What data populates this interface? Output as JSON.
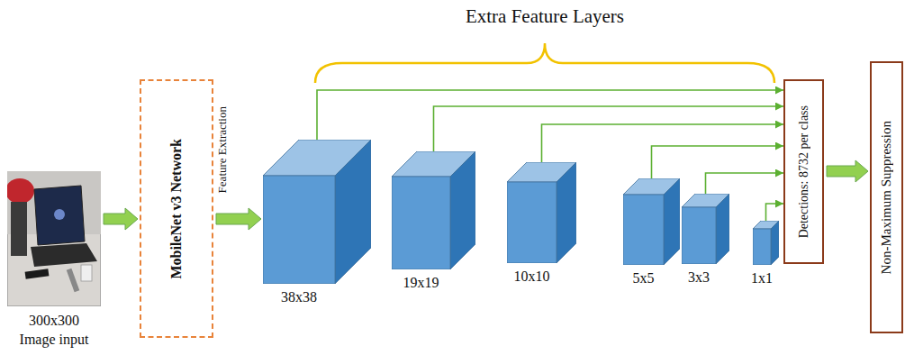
{
  "diagram": {
    "nodes": [
      {
        "text": [
          "300x300 Image input"
        ]
      },
      {
        "text": [
          "MobileNet v3 Network"
        ]
      },
      {
        "text": [
          "38x38"
        ]
      },
      {
        "text": [
          "19x19"
        ]
      },
      {
        "text": [
          "10x10"
        ]
      },
      {
        "text": [
          "5x5"
        ]
      },
      {
        "text": [
          "3x3"
        ]
      },
      {
        "text": [
          "1x1"
        ]
      },
      {
        "text": [
          "Detections: 8732 per class"
        ]
      },
      {
        "text": [
          "Non-Maximum Suppression"
        ]
      }
    ],
    "edges": [
      {
        "from": 0,
        "to": 1,
        "arrow": "to"
      },
      {
        "from": 1,
        "to": 2,
        "arrow": "to"
      },
      {
        "from": 2,
        "to": 8,
        "arrow": "to"
      },
      {
        "from": 3,
        "to": 8,
        "arrow": "to"
      },
      {
        "from": 4,
        "to": 8,
        "arrow": "to"
      },
      {
        "from": 5,
        "to": 8,
        "arrow": "to"
      },
      {
        "from": 6,
        "to": 8,
        "arrow": "to"
      },
      {
        "from": 7,
        "to": 8,
        "arrow": "to"
      },
      {
        "from": 8,
        "to": 9,
        "arrow": "to"
      }
    ],
    "labels": [
      "Extra Feature Layers",
      "Feature Extraction"
    ]
  }
}
